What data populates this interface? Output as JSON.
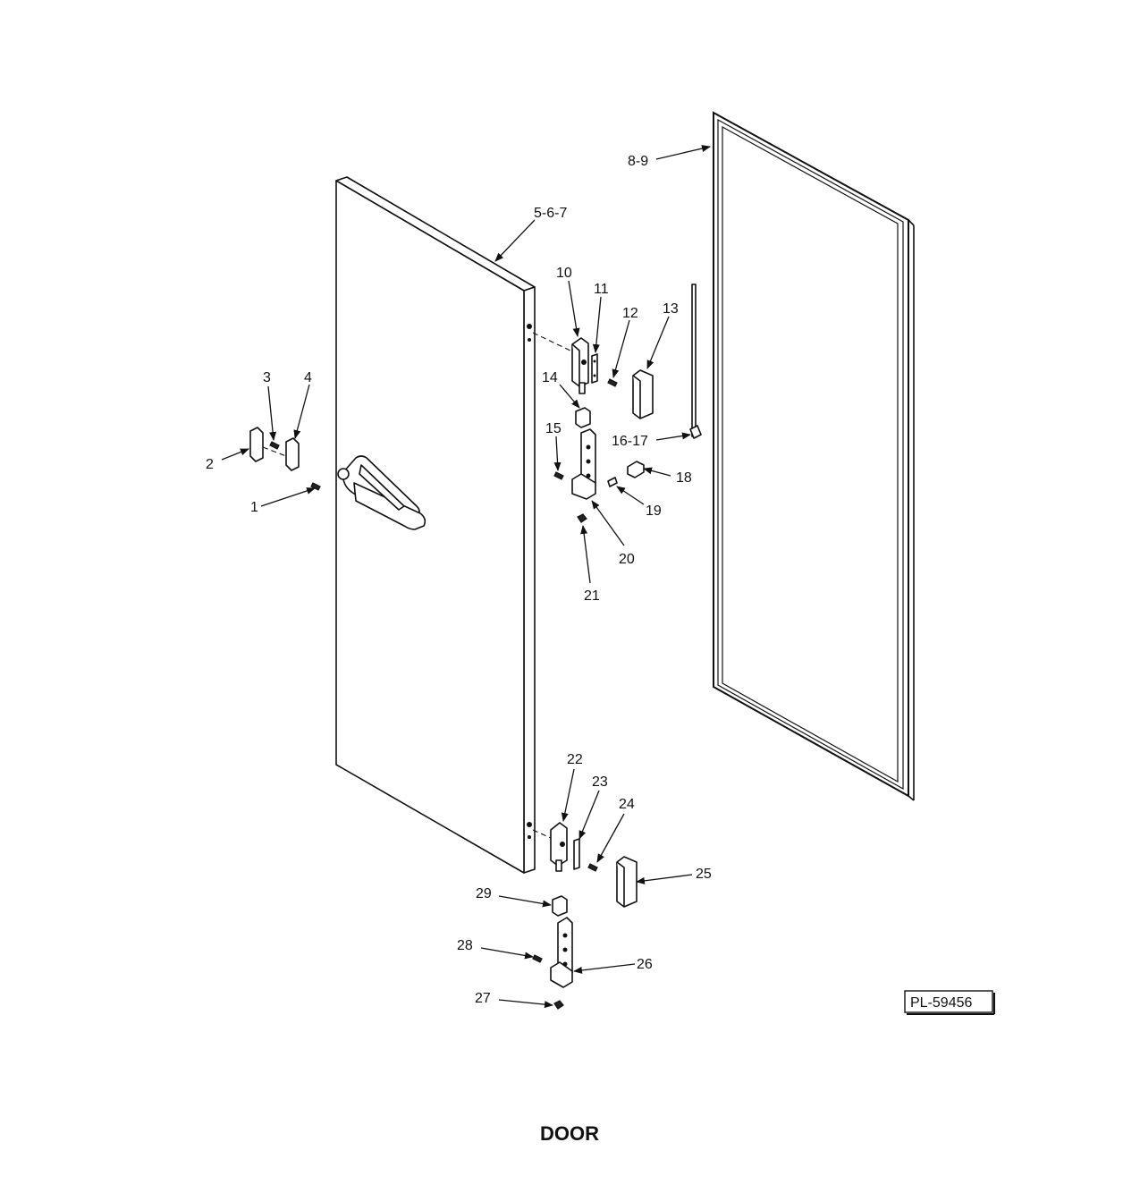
{
  "diagram": {
    "title": "DOOR",
    "reference": "PL-59456",
    "callouts": [
      {
        "id": "c1",
        "label": "1"
      },
      {
        "id": "c2",
        "label": "2"
      },
      {
        "id": "c3",
        "label": "3"
      },
      {
        "id": "c4",
        "label": "4"
      },
      {
        "id": "c5",
        "label": "5-6-7"
      },
      {
        "id": "c8",
        "label": "8-9"
      },
      {
        "id": "c10",
        "label": "10"
      },
      {
        "id": "c11",
        "label": "11"
      },
      {
        "id": "c12",
        "label": "12"
      },
      {
        "id": "c13",
        "label": "13"
      },
      {
        "id": "c14",
        "label": "14"
      },
      {
        "id": "c15",
        "label": "15"
      },
      {
        "id": "c16",
        "label": "16-17"
      },
      {
        "id": "c18",
        "label": "18"
      },
      {
        "id": "c19",
        "label": "19"
      },
      {
        "id": "c20",
        "label": "20"
      },
      {
        "id": "c21",
        "label": "21"
      },
      {
        "id": "c22",
        "label": "22"
      },
      {
        "id": "c23",
        "label": "23"
      },
      {
        "id": "c24",
        "label": "24"
      },
      {
        "id": "c25",
        "label": "25"
      },
      {
        "id": "c26",
        "label": "26"
      },
      {
        "id": "c27",
        "label": "27"
      },
      {
        "id": "c28",
        "label": "28"
      },
      {
        "id": "c29",
        "label": "29"
      }
    ]
  }
}
